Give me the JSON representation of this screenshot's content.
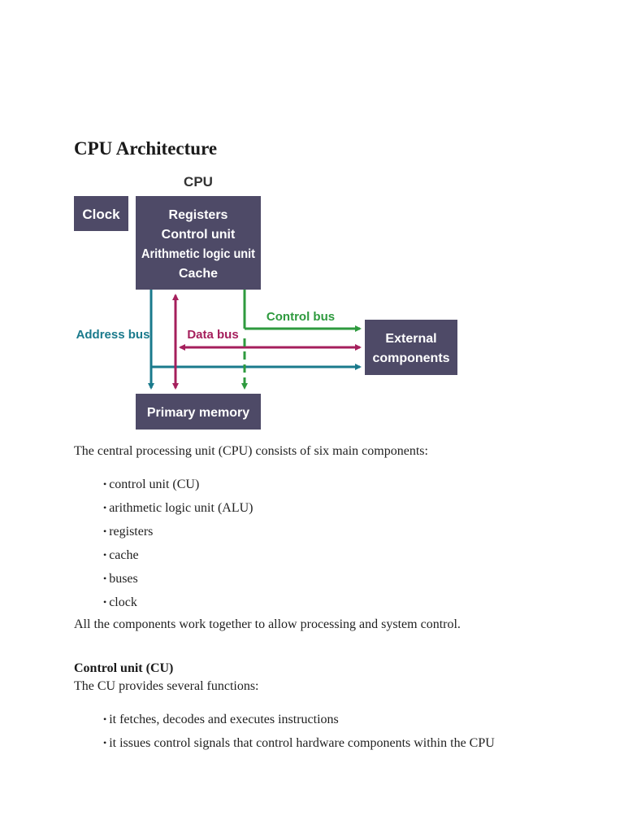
{
  "title": "CPU Architecture",
  "diagram": {
    "cpu_label": "CPU",
    "clock": "Clock",
    "cpu_lines": [
      "Registers",
      "Control unit",
      "Arithmetic logic unit",
      "Cache"
    ],
    "external_lines": [
      "External",
      "components"
    ],
    "primary_memory": "Primary memory",
    "address_bus": "Address bus",
    "data_bus": "Data bus",
    "control_bus": "Control bus",
    "colors": {
      "box": "#4e4a67",
      "address": "#1a7a8c",
      "data": "#a51f5c",
      "control": "#2e9a3e"
    }
  },
  "intro": "The central processing unit (CPU) consists of six main components:",
  "components": [
    "control unit (CU)",
    "arithmetic logic unit (ALU)",
    "registers",
    "cache",
    "buses",
    "clock"
  ],
  "summary": "All the components work together to allow processing and system control.",
  "cu_section": {
    "heading": "Control unit (CU)",
    "intro": "The CU provides several functions:",
    "functions": [
      "it fetches, decodes and executes instructions",
      "it issues control signals that control hardware components within the CPU"
    ]
  }
}
